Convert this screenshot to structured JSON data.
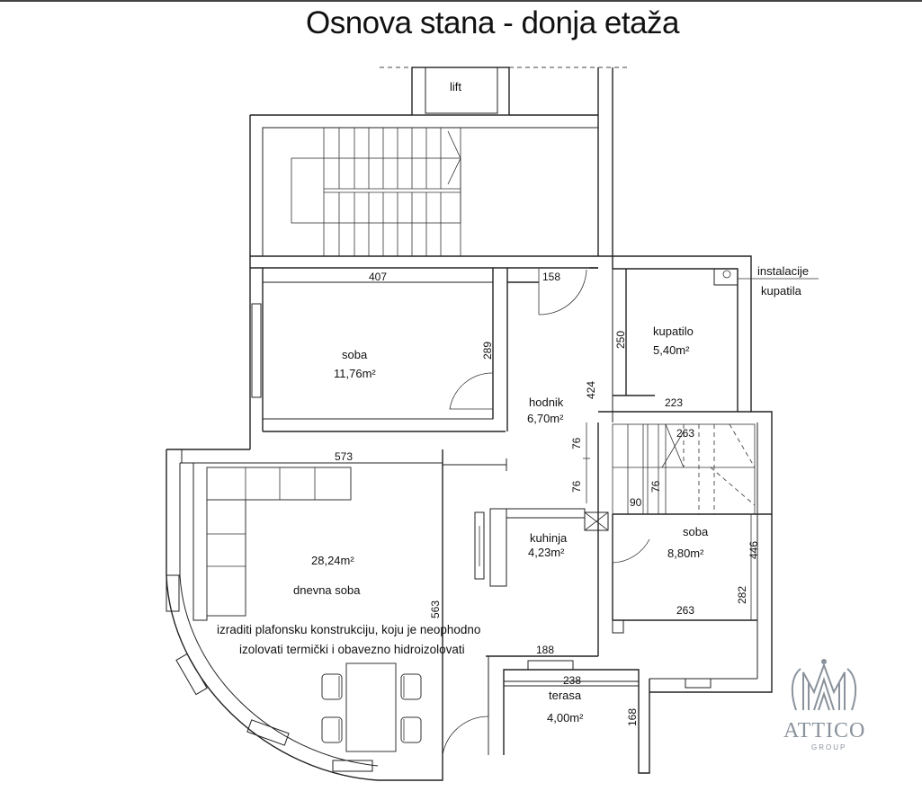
{
  "title": "Osnova stana - donja etaža",
  "rooms": {
    "lift": {
      "name": "lift"
    },
    "soba1": {
      "name": "soba",
      "area": "11,76m²"
    },
    "hodnik": {
      "name": "hodnik",
      "area": "6,70m²"
    },
    "kupatilo": {
      "name": "kupatilo",
      "area": "5,40m²"
    },
    "dnevna": {
      "name": "dnevna soba",
      "area": "28,24m²"
    },
    "kuhinja": {
      "name": "kuhinja",
      "area": "4,23m²"
    },
    "soba2": {
      "name": "soba",
      "area": "8,80m²"
    },
    "terasa": {
      "name": "terasa",
      "area": "4,00m²"
    }
  },
  "labels": {
    "installation_line1": "instalacije",
    "installation_line2": "kupatila"
  },
  "note": {
    "line1": "izraditi plafonsku konstrukciju, koju je neophodno",
    "line2": "izolovati termički i obavezno hidroizolovati"
  },
  "dimensions": {
    "d407": "407",
    "d158": "158",
    "d289": "289",
    "d250": "250",
    "d424": "424",
    "d223": "223",
    "d263a": "263",
    "d573": "573",
    "d76a": "76",
    "d76b": "76",
    "d90": "90",
    "d76c": "76",
    "d446": "446",
    "d282": "282",
    "d263b": "263",
    "d563": "563",
    "d188": "188",
    "d238": "238",
    "d168": "168"
  },
  "logo": {
    "name": "ATTICO",
    "sub": "GROUP",
    "color": "#8a929c"
  }
}
